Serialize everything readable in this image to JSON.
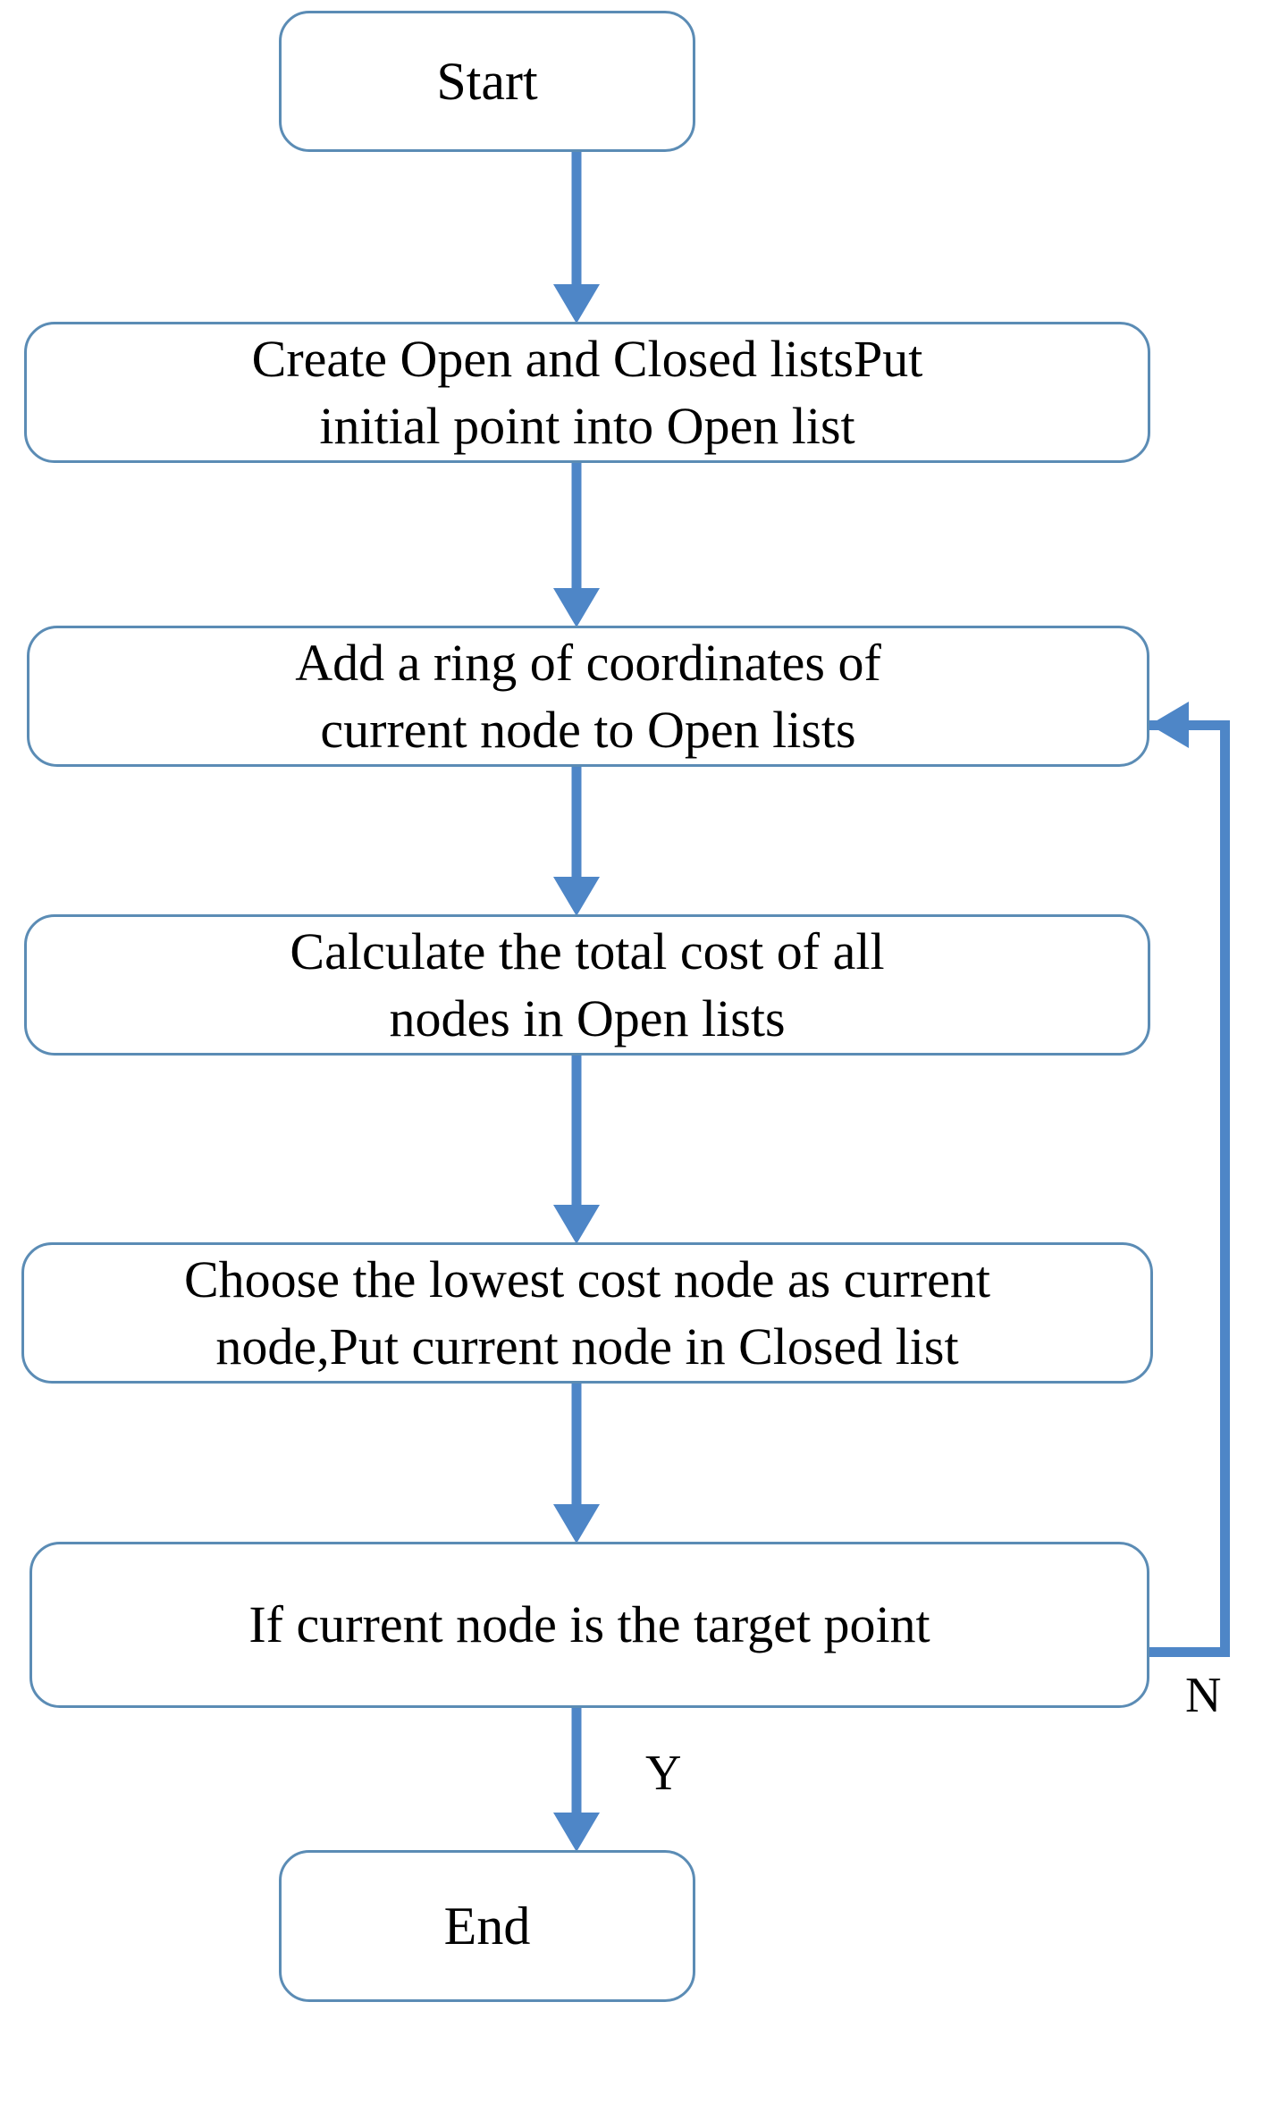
{
  "diagram": {
    "title": "Pathfinding algorithm flowchart",
    "colors": {
      "node_border": "#5b8cb5",
      "node_fill": "#ffffff",
      "connector": "#4e86c7",
      "text": "#000000",
      "background": "#ffffff"
    },
    "nodes": [
      {
        "id": "start",
        "shape": "rounded-rectangle",
        "text": "Start"
      },
      {
        "id": "create",
        "shape": "rounded-rectangle",
        "text": "Create Open and Closed listsPut\ninitial point into Open list"
      },
      {
        "id": "addring",
        "shape": "rounded-rectangle",
        "text": "Add a ring of coordinates of\ncurrent node to Open lists"
      },
      {
        "id": "calc",
        "shape": "rounded-rectangle",
        "text": "Calculate the total cost of all\nnodes in Open lists"
      },
      {
        "id": "choose",
        "shape": "rounded-rectangle",
        "text": "Choose the lowest cost node as current\nnode,Put current node in Closed list"
      },
      {
        "id": "if",
        "shape": "rounded-rectangle",
        "text": "If current node is the target point"
      },
      {
        "id": "end",
        "shape": "rounded-rectangle",
        "text": "End"
      }
    ],
    "edges": [
      {
        "from": "start",
        "to": "create",
        "label": ""
      },
      {
        "from": "create",
        "to": "addring",
        "label": ""
      },
      {
        "from": "addring",
        "to": "calc",
        "label": ""
      },
      {
        "from": "calc",
        "to": "choose",
        "label": ""
      },
      {
        "from": "choose",
        "to": "if",
        "label": ""
      },
      {
        "from": "if",
        "to": "end",
        "label": "Y"
      },
      {
        "from": "if",
        "to": "addring",
        "label": "N"
      }
    ],
    "branch_labels": {
      "yes": "Y",
      "no": "N"
    }
  }
}
